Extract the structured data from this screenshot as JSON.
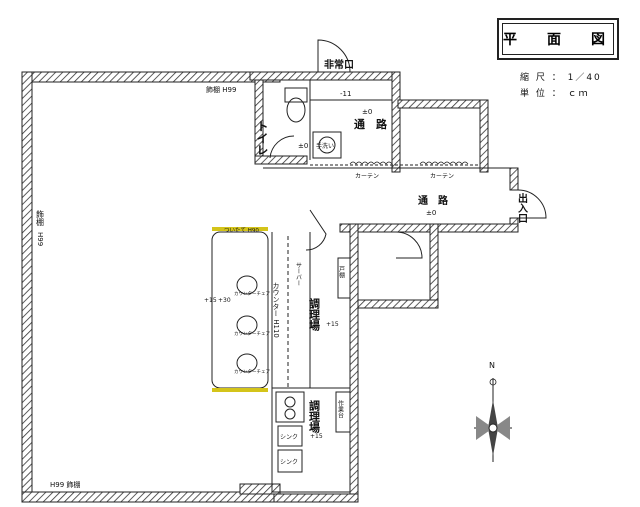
{
  "title": "平　面　図",
  "scale": {
    "label": "縮 尺 ：",
    "value": "1／40"
  },
  "unit": {
    "label": "単 位 ：",
    "value": "ｃｍ"
  },
  "labels": {
    "emergency_exit": "非常口",
    "level_minus11": "-11",
    "toilet": "トイレ",
    "handwash": "手洗い",
    "level_pm0_toilet": "±0",
    "passage_upper": "通　路",
    "level_pm0_upper": "±0",
    "shelf_top": "飾棚 H99",
    "shelf_left": "飾棚",
    "shelf_left_h": "H99",
    "shelf_bottom": "H99 飾棚",
    "curtain_1": "カーテン",
    "curtain_2": "カーテン",
    "passage_main": "通　路",
    "level_pm0_main": "±0",
    "entrance": "出入口",
    "partition": "ついたて H90",
    "server": "サーバー",
    "counter": "カウンター H110",
    "counter_chair_1": "カウンターチェア",
    "counter_chair_2": "カウンターチェア",
    "counter_chair_3": "カウンターチェア",
    "level_p15": "+15",
    "level_p30": "+30",
    "kitchen_1": "調理場",
    "kitchen_1_level": "+15",
    "kitchen_2": "調理場",
    "kitchen_2_level": "+15",
    "cabinet": "戸棚",
    "worktable": "作業台",
    "sink_1": "シンク",
    "sink_2": "シンク",
    "north": "N"
  }
}
